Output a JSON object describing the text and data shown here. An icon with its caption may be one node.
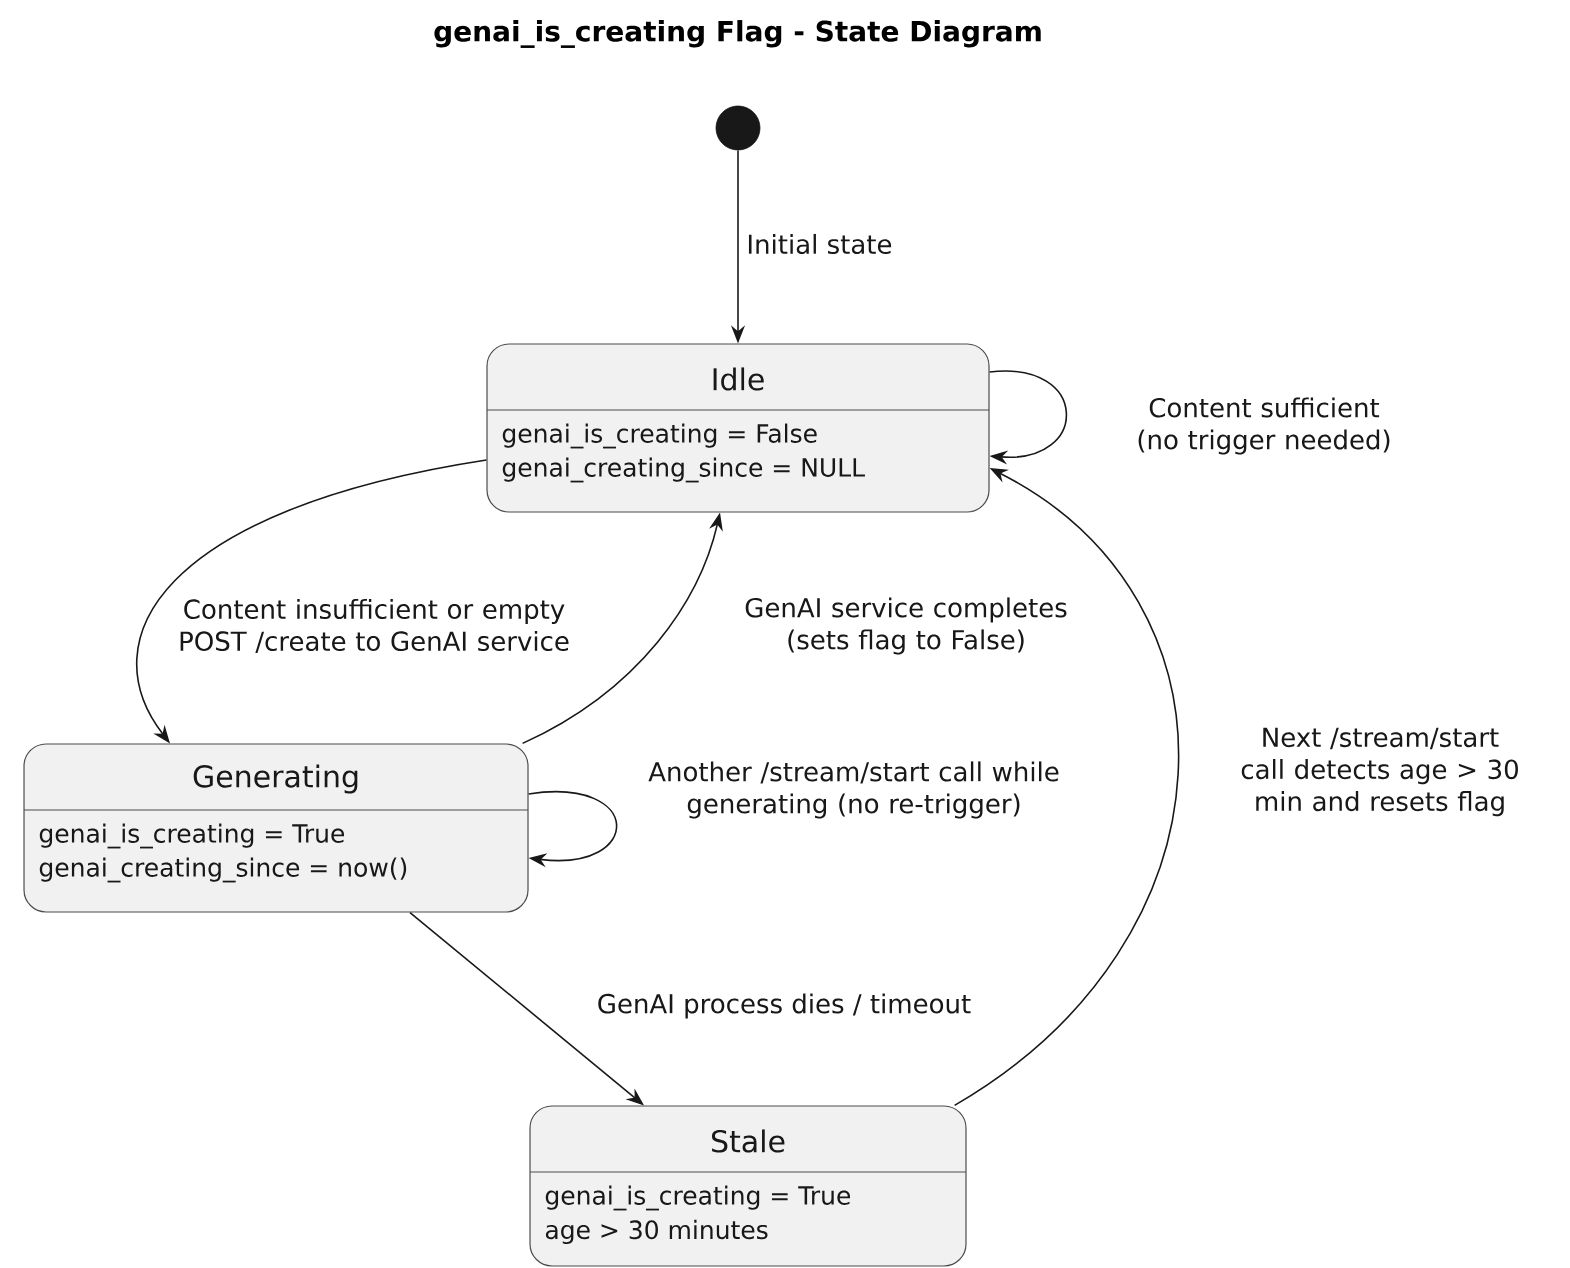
{
  "diagram": {
    "title": "genai_is_creating Flag - State Diagram",
    "nodes": [
      {
        "text": [],
        "shape": "circle"
      },
      {
        "text": [
          "Idle",
          "genai_is_creating = False",
          "genai_creating_since = NULL"
        ]
      },
      {
        "text": [
          "Generating",
          "genai_is_creating = True",
          "genai_creating_since = now()"
        ]
      },
      {
        "text": [
          "Stale",
          "genai_is_creating = True",
          "age > 30 minutes"
        ]
      }
    ],
    "edges": [
      {
        "from": 0,
        "to": 1,
        "arrow": "to",
        "label": "Initial state"
      },
      {
        "from": 1,
        "to": 1,
        "arrow": "to",
        "label": "Content sufficient (no trigger needed)"
      },
      {
        "from": 1,
        "to": 2,
        "arrow": "to",
        "label": "Content insufficient or empty POST /create to GenAI service"
      },
      {
        "from": 2,
        "to": 1,
        "arrow": "to",
        "label": "GenAI service completes (sets flag to False)"
      },
      {
        "from": 2,
        "to": 2,
        "arrow": "to",
        "label": "Another /stream/start call while generating (no re-trigger)"
      },
      {
        "from": 2,
        "to": 3,
        "arrow": "to",
        "label": "GenAI process dies / timeout"
      },
      {
        "from": 3,
        "to": 1,
        "arrow": "to",
        "label": "Next /stream/start call detects age > 30 min and resets flag"
      }
    ]
  }
}
